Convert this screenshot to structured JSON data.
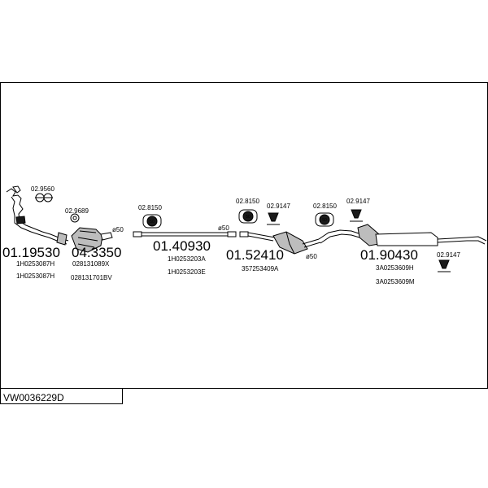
{
  "diagram_code": "VW0036229D",
  "groups": [
    {
      "number": "01.19530",
      "refs": [
        "1H0253087H",
        "1H0253087H"
      ]
    },
    {
      "number": "04.3350",
      "refs": [
        "028131089X",
        "028131701BV"
      ]
    },
    {
      "number": "01.40930",
      "refs": [
        "1H0253203A",
        "1H0253203E"
      ]
    },
    {
      "number": "01.52410",
      "refs": [
        "357253409A"
      ]
    },
    {
      "number": "01.90430",
      "refs": [
        "3A0253609H",
        "3A0253609M"
      ]
    }
  ],
  "accessories": [
    "02.9560",
    "02.9689",
    "02.8150",
    "02.8150",
    "02.9147",
    "02.8150",
    "02.9147",
    "02.9147"
  ],
  "diameters": [
    "ø50",
    "ø50",
    "ø50"
  ],
  "clamp_mark": "50"
}
